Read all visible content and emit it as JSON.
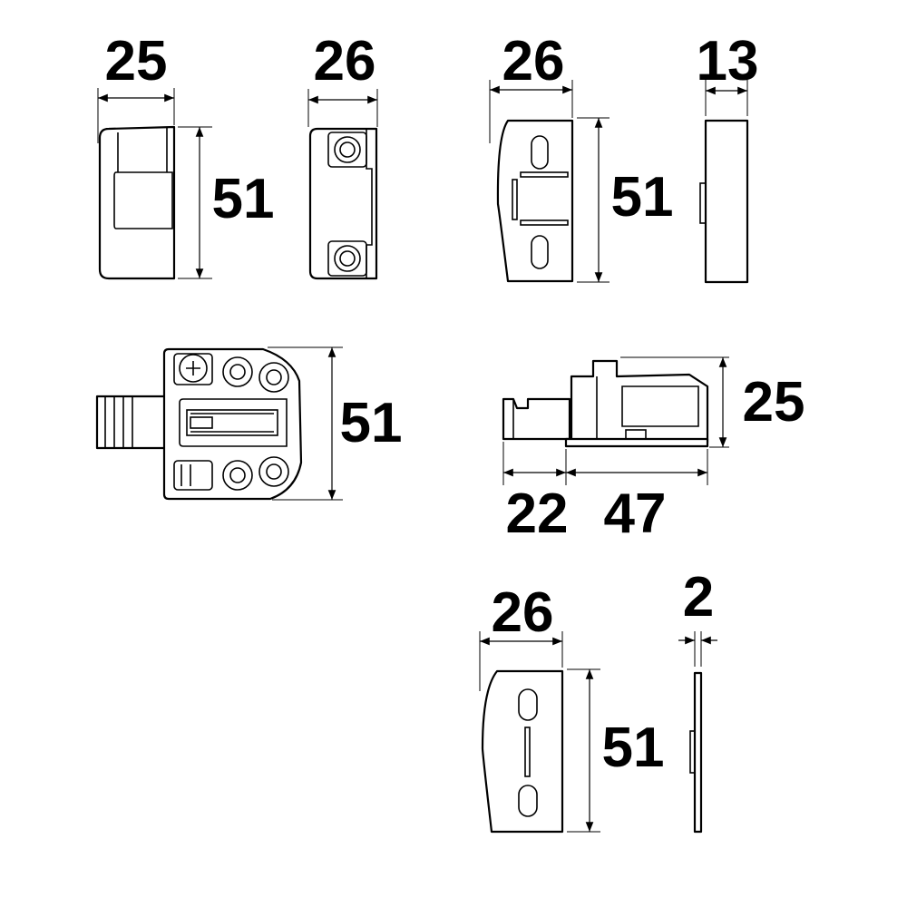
{
  "colors": {
    "stroke": "#000000",
    "background": "#ffffff"
  },
  "dimensions": {
    "catch_front_width": "25",
    "catch_front_height": "51",
    "catch_side_width": "26",
    "plate_front_width": "26",
    "plate_front_height": "51",
    "plate_side_thickness": "13",
    "latch_top_height": "51",
    "latch_side_height": "25",
    "latch_side_left": "22",
    "latch_side_right": "47",
    "strike_width": "26",
    "strike_height": "51",
    "strike_thickness": "2"
  }
}
